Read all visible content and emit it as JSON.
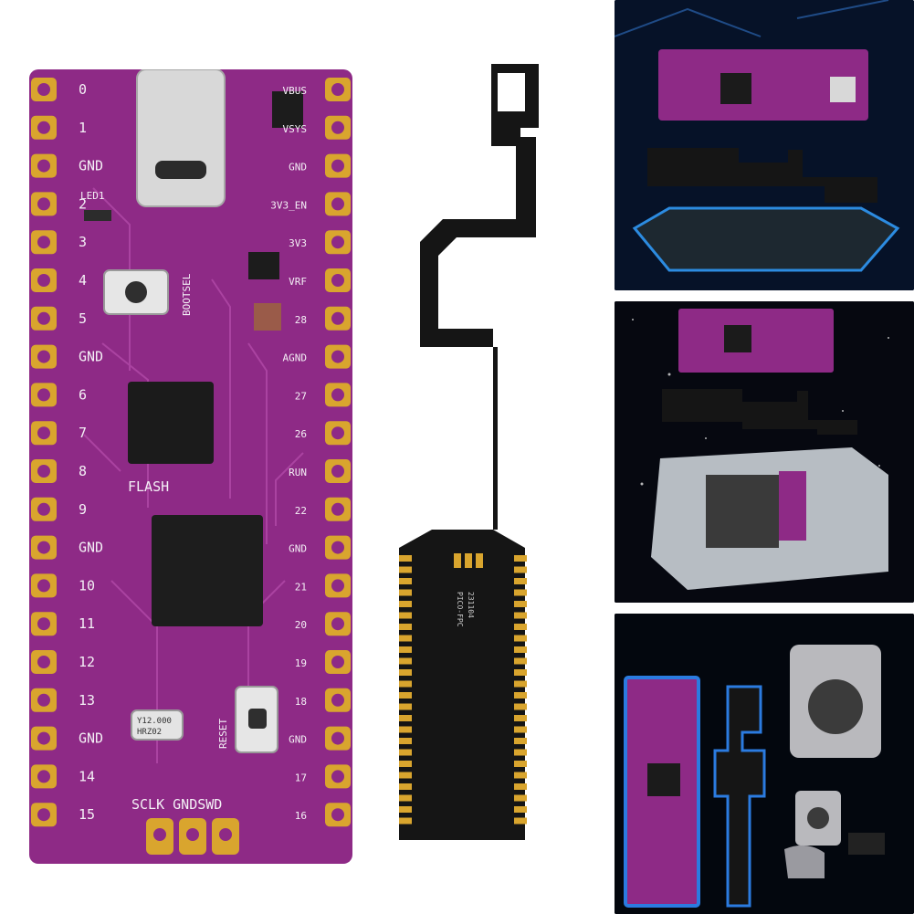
{
  "board": {
    "left_pins": [
      "0",
      "1",
      "GND",
      "2",
      "3",
      "4",
      "5",
      "GND",
      "6",
      "7",
      "8",
      "9",
      "GND",
      "10",
      "11",
      "12",
      "13",
      "GND",
      "14",
      "15"
    ],
    "right_labels": [
      "VBUS",
      "VSYS",
      "GND",
      "3V3_EN",
      "3V3",
      "VRF",
      "28",
      "AGND",
      "27",
      "26",
      "RUN",
      "22",
      "GND",
      "21",
      "20",
      "19",
      "18",
      "GND",
      "17",
      "16"
    ],
    "led_label": "LED1",
    "bootsel_label": "BOOTSEL",
    "flash_label": "FLASH",
    "reset_label": "RESET",
    "crystal_line1": "Y12.000",
    "crystal_line2": "HRZ02",
    "bottom_label": "SCLK GNDSWD"
  },
  "flex_cable": {
    "label_line1": "231104",
    "label_line2": "PICO-FPC"
  },
  "colors": {
    "board_purple": "#8e2a86",
    "pad_gold": "#d9a52e",
    "flex_black": "#151515"
  }
}
